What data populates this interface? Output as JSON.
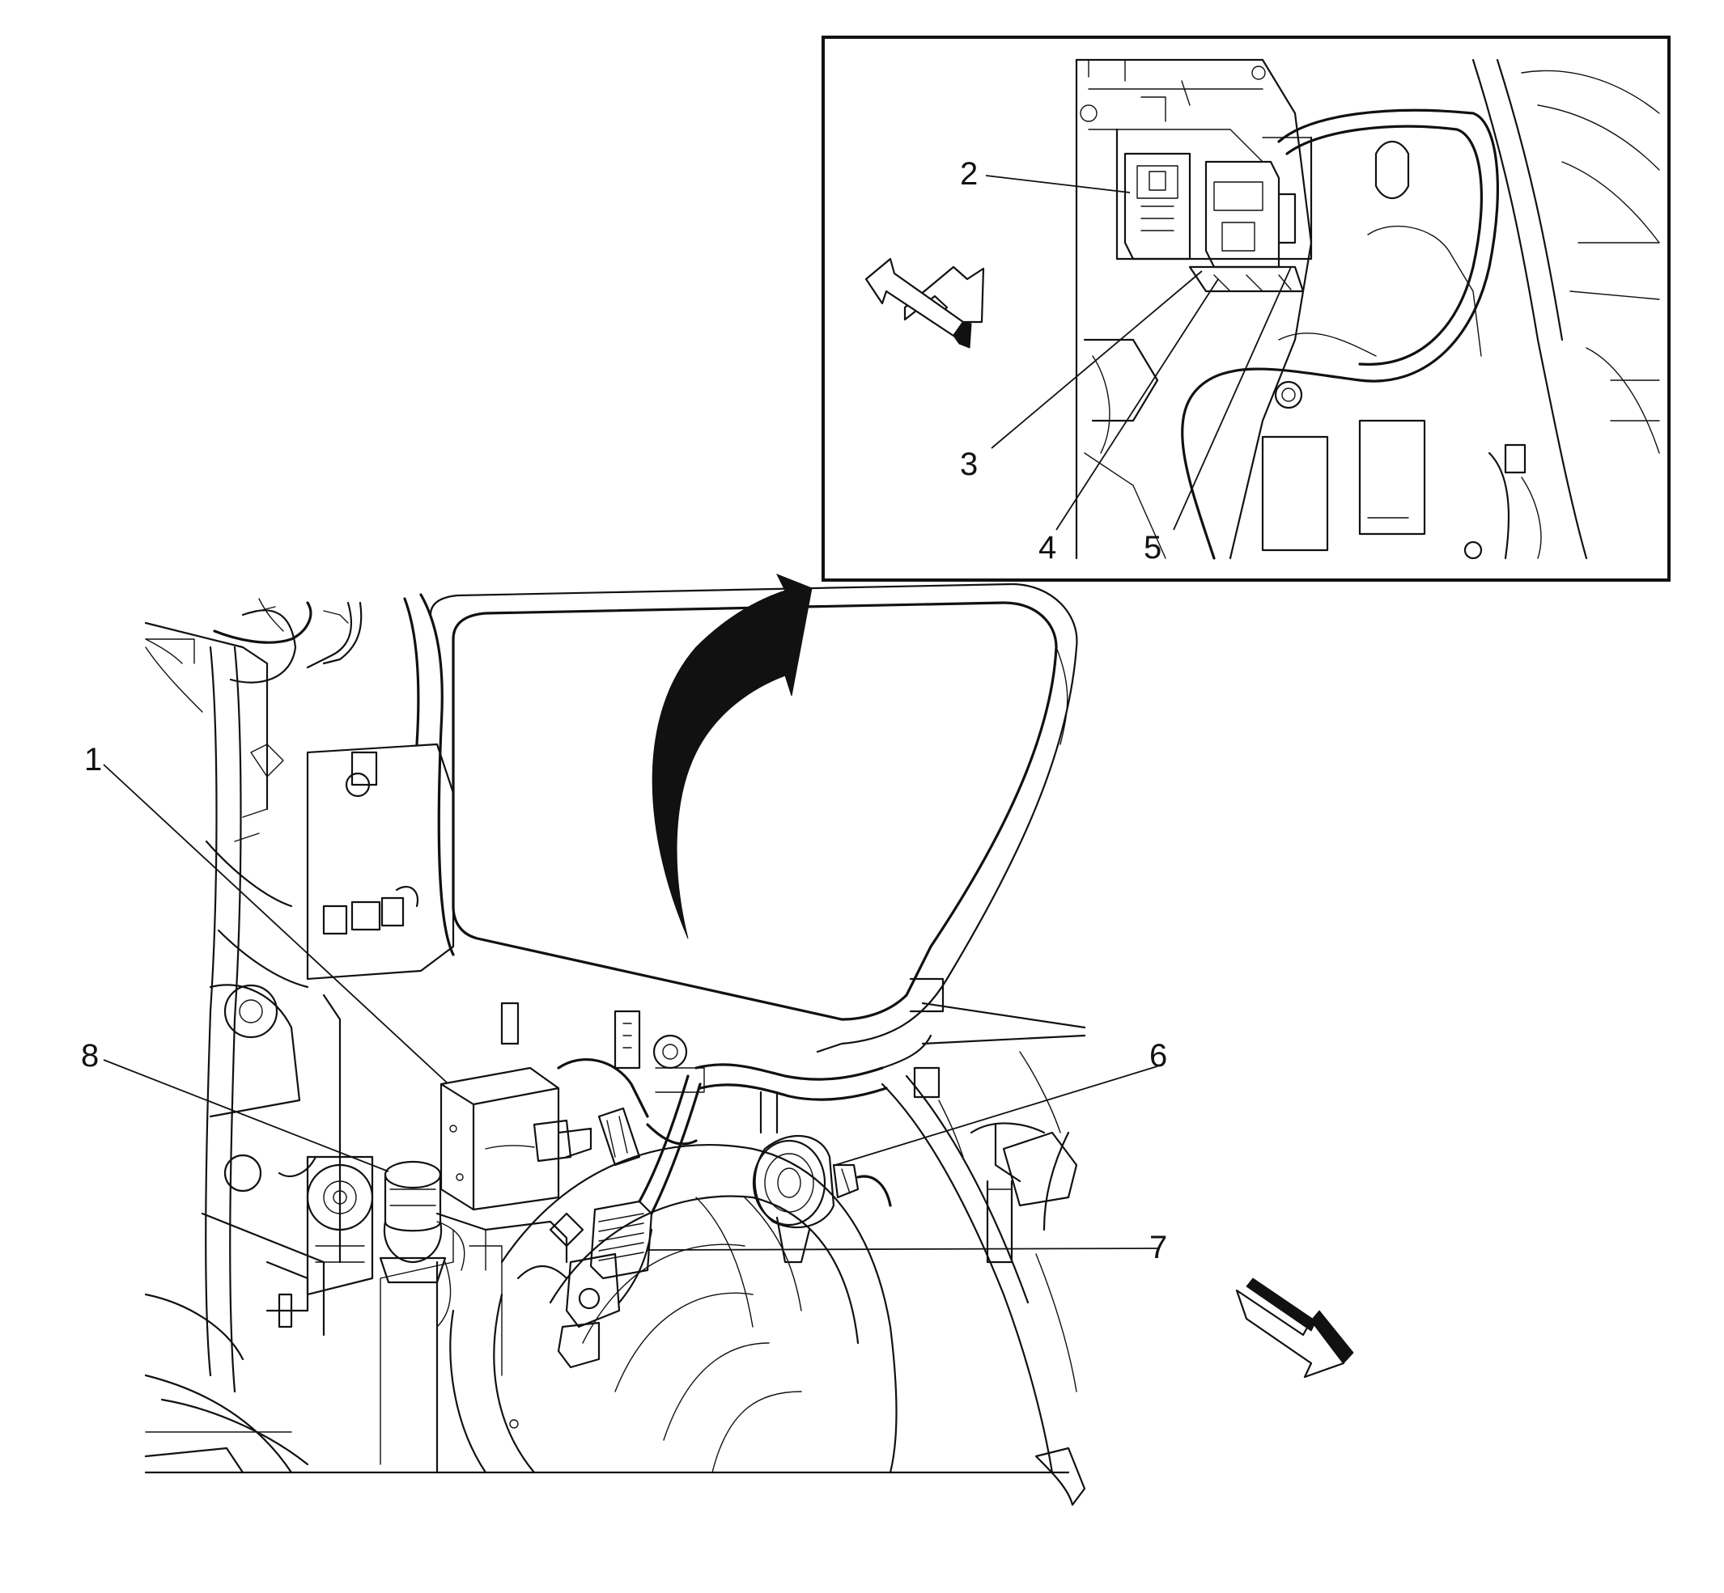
{
  "callouts": {
    "c1": "1",
    "c2": "2",
    "c3": "3",
    "c4": "4",
    "c5": "5",
    "c6": "6",
    "c7": "7",
    "c8": "8"
  },
  "arrows": {
    "inset_direction": "arrow-up-left-icon",
    "main_direction": "arrow-down-right-icon",
    "zoom": "curved-arrow-icon"
  },
  "colors": {
    "ink": "#111111",
    "background": "#ffffff"
  }
}
